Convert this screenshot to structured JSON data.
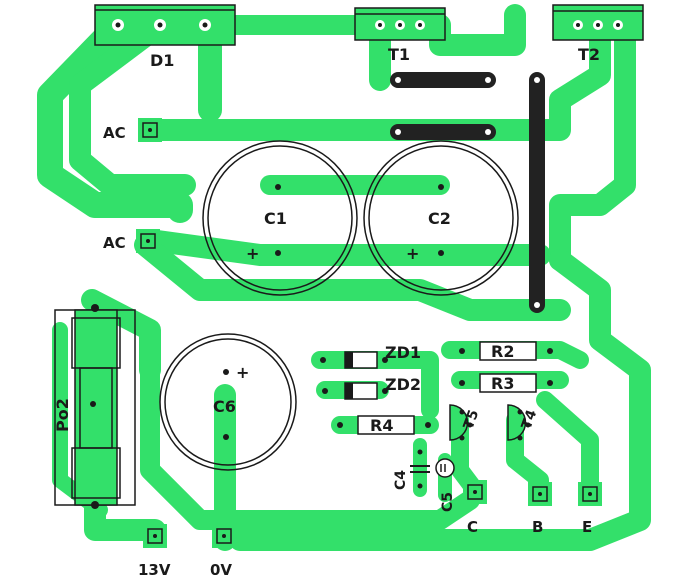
{
  "colors": {
    "copper": "#33e06a",
    "board": "#ffffff",
    "outline": "#1a1a1a",
    "jumper": "#222222"
  },
  "components": {
    "d1": "D1",
    "t1": "T1",
    "t2": "T2",
    "c1": "C1",
    "c2": "C2",
    "c4": "C4",
    "c5": "C5",
    "c6": "C6",
    "zd1": "ZD1",
    "zd2": "ZD2",
    "r2": "R2",
    "r3": "R3",
    "r4": "R4",
    "t4": "T4",
    "t5": "T5",
    "po2": "Po2"
  },
  "terminals": {
    "ac_top": "AC",
    "ac_bottom": "AC",
    "v13": "13V",
    "v0": "0V",
    "c": "C",
    "b": "B",
    "e": "E"
  },
  "polarity": {
    "c1_plus": "+",
    "c2_plus": "+",
    "c6_plus": "+"
  }
}
